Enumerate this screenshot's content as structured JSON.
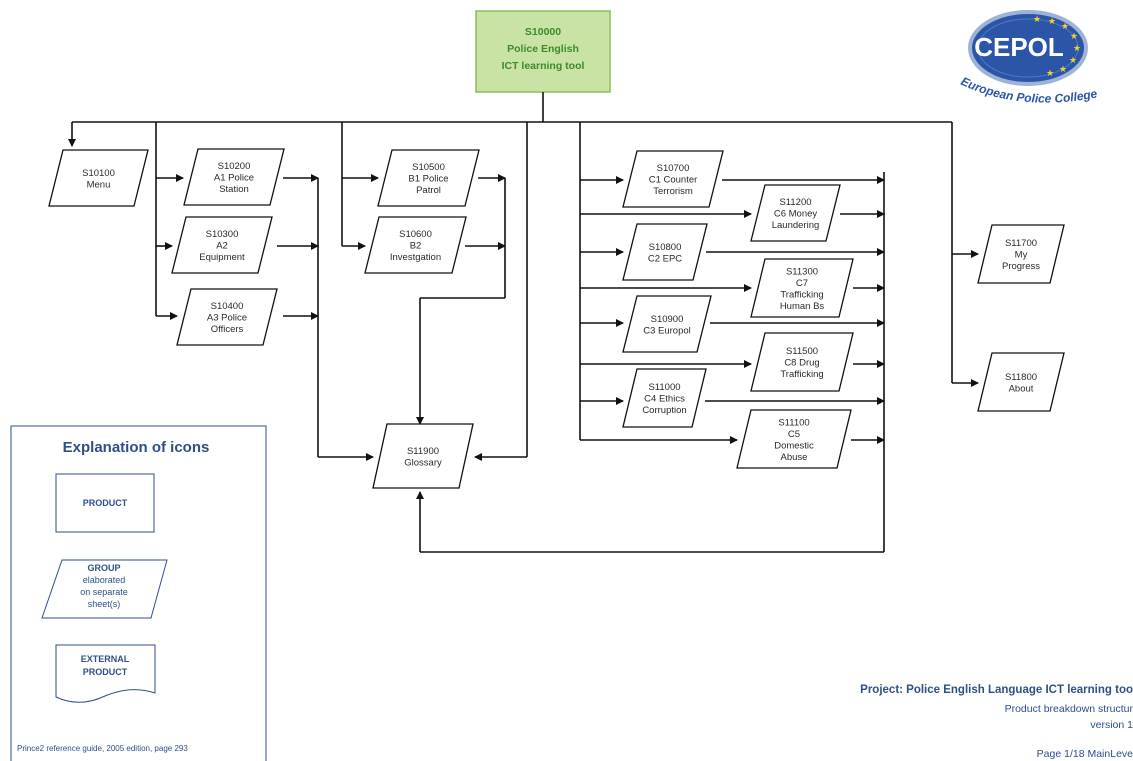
{
  "root": {
    "code": "S10000",
    "lines": [
      "Police English",
      "ICT learning tool"
    ]
  },
  "nodes": [
    {
      "id": "n10100",
      "lines": [
        "S10100",
        "Menu"
      ]
    },
    {
      "id": "n10200",
      "lines": [
        "S10200",
        "A1 Police",
        "Station"
      ]
    },
    {
      "id": "n10300",
      "lines": [
        "S10300",
        "A2",
        "Equipment"
      ]
    },
    {
      "id": "n10400",
      "lines": [
        "S10400",
        "A3 Police",
        "Officers"
      ]
    },
    {
      "id": "n10500",
      "lines": [
        "S10500",
        "B1 Police",
        "Patrol"
      ]
    },
    {
      "id": "n10600",
      "lines": [
        "S10600",
        "B2",
        "Investgation"
      ]
    },
    {
      "id": "n11900",
      "lines": [
        "S11900",
        "Glossary"
      ]
    },
    {
      "id": "n10700",
      "lines": [
        "S10700",
        "C1 Counter",
        "Terrorism"
      ]
    },
    {
      "id": "n11200",
      "lines": [
        "S11200",
        "C6 Money",
        "Laundering"
      ]
    },
    {
      "id": "n10800",
      "lines": [
        "S10800",
        "C2 EPC"
      ]
    },
    {
      "id": "n11300",
      "lines": [
        "S11300",
        "C7",
        "Trafficking",
        "Human Bs"
      ]
    },
    {
      "id": "n10900",
      "lines": [
        "S10900",
        "C3 Europol"
      ]
    },
    {
      "id": "n11500",
      "lines": [
        "S11500",
        "C8 Drug",
        "Trafficking"
      ]
    },
    {
      "id": "n11000",
      "lines": [
        "S11000",
        "C4 Ethics",
        "Corruption"
      ]
    },
    {
      "id": "n11100",
      "lines": [
        "S11100",
        "C5",
        "Domestic",
        "Abuse"
      ]
    },
    {
      "id": "n11700",
      "lines": [
        "S11700",
        "My",
        "Progress"
      ]
    },
    {
      "id": "n11800",
      "lines": [
        "S11800",
        "About"
      ]
    }
  ],
  "logo": {
    "text": "CEPOL",
    "tagline": "European Police College",
    "colors": {
      "blue": "#2b56a8",
      "star": "#f2d22a"
    }
  },
  "legend": {
    "title": "Explanation of icons",
    "product": [
      "PRODUCT"
    ],
    "group": [
      "GROUP",
      "elaborated",
      "on separate",
      "sheet(s)"
    ],
    "external": [
      "EXTERNAL",
      "PRODUCT"
    ],
    "footnote": "Prince2 reference guide, 2005 edition, page 293"
  },
  "project": {
    "title": "Project: Police English Language ICT learning too",
    "subtitle": "Product breakdown structur",
    "version": "version 1",
    "page": "Page 1/18 MainLeve"
  },
  "colors": {
    "root_fill": "#c9e3a5",
    "root_stroke": "#8cbf5c",
    "root_text": "#3d8a2a",
    "line": "#111111",
    "legend": "#2e4f8a"
  }
}
